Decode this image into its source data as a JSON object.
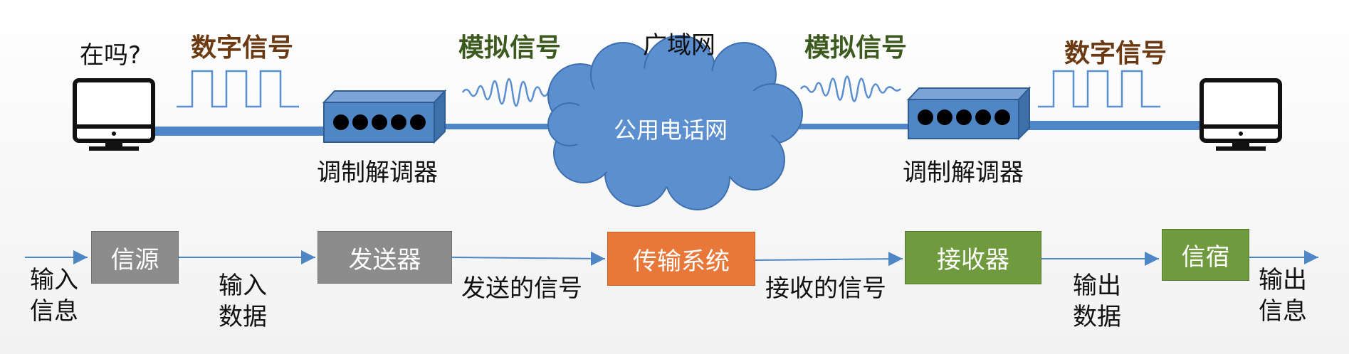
{
  "top": {
    "question": "在吗?",
    "digital_signal_left": "数字信号",
    "analog_signal_left": "模拟信号",
    "wan_label": "广域网",
    "cloud_label": "公用电话网",
    "analog_signal_right": "模拟信号",
    "digital_signal_right": "数字信号",
    "modem_left_label": "调制解调器",
    "modem_right_label": "调制解调器"
  },
  "flow": {
    "input_info": [
      "输入",
      "信息"
    ],
    "source": "信源",
    "input_data": [
      "输入",
      "数据"
    ],
    "transmitter": "发送器",
    "sent_signal": "发送的信号",
    "transmission_system": "传输系统",
    "received_signal": "接收的信号",
    "receiver": "接收器",
    "output_data": [
      "输出",
      "数据"
    ],
    "destination": "信宿",
    "output_info": [
      "输出",
      "信息"
    ]
  },
  "colors": {
    "line_blue": "#4f86c6",
    "cloud_blue": "#5b8fd0",
    "gray_box": "#8c8c8c",
    "orange_box": "#e8783a",
    "green_box": "#6f9a3d",
    "digital_text": "#6b3a12",
    "analog_text": "#3c5a1e"
  }
}
